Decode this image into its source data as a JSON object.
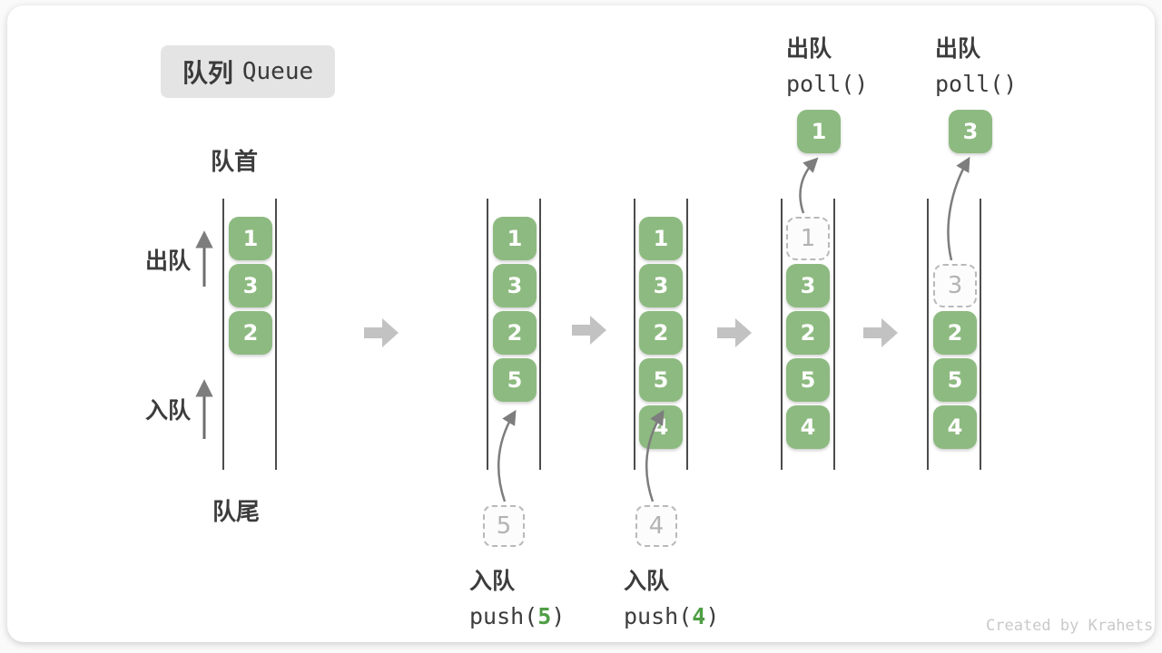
{
  "title_badge": {
    "zh": "队列",
    "en": "Queue"
  },
  "labels": {
    "front": "队首",
    "rear": "队尾",
    "dequeue": "出队",
    "enqueue": "入队"
  },
  "states": [
    {
      "blocks": [
        "1",
        "3",
        "2"
      ]
    },
    {
      "blocks": [
        "1",
        "3",
        "2",
        "5"
      ],
      "incoming": "5"
    },
    {
      "blocks": [
        "1",
        "3",
        "2",
        "5",
        "4"
      ],
      "incoming": "4"
    },
    {
      "ghost": "1",
      "blocks": [
        "3",
        "2",
        "5",
        "4"
      ],
      "popped": "1"
    },
    {
      "ghost": "3",
      "blocks": [
        "2",
        "5",
        "4"
      ],
      "popped": "3"
    }
  ],
  "operations": {
    "enqueue_5": {
      "label": "入队",
      "code_prefix": "push(",
      "arg": "5",
      "code_suffix": ")"
    },
    "enqueue_4": {
      "label": "入队",
      "code_prefix": "push(",
      "arg": "4",
      "code_suffix": ")"
    },
    "dequeue_1": {
      "label": "出队",
      "code": "poll()"
    },
    "dequeue_3": {
      "label": "出队",
      "code": "poll()"
    }
  },
  "watermark": "Created by Krahets",
  "colors": {
    "block_green": "#8dba80",
    "arg_green": "#4f9e45",
    "ghost_gray": "#b3b3b3",
    "flow_arrow_gray": "#c2c2c2",
    "line_gray": "#4c4c4c"
  }
}
